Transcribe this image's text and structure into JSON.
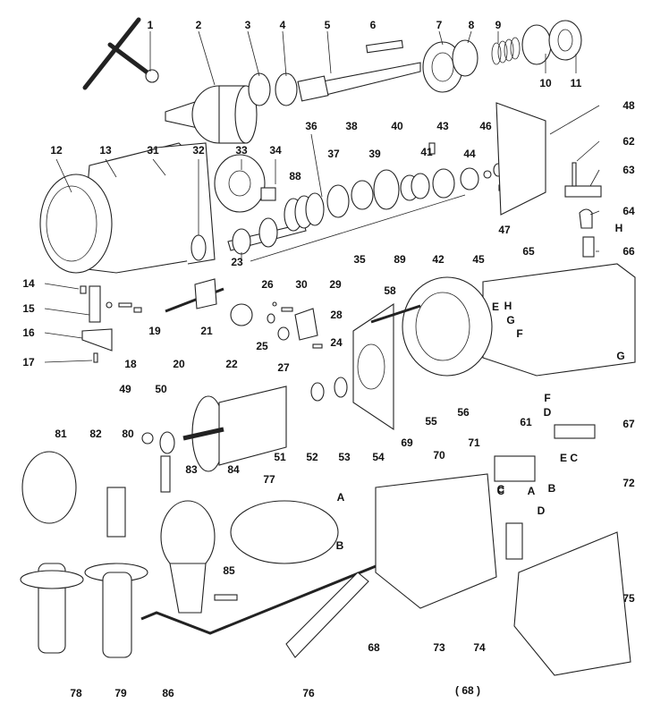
{
  "diagram": {
    "title": "Exploded parts diagram — hammer drill",
    "labels": [
      {
        "id": "1",
        "text": "1"
      },
      {
        "id": "2",
        "text": "2"
      },
      {
        "id": "3",
        "text": "3"
      },
      {
        "id": "4",
        "text": "4"
      },
      {
        "id": "5",
        "text": "5"
      },
      {
        "id": "6",
        "text": "6"
      },
      {
        "id": "7",
        "text": "7"
      },
      {
        "id": "8",
        "text": "8"
      },
      {
        "id": "9",
        "text": "9"
      },
      {
        "id": "10",
        "text": "10"
      },
      {
        "id": "11",
        "text": "11"
      },
      {
        "id": "12",
        "text": "12"
      },
      {
        "id": "13",
        "text": "13"
      },
      {
        "id": "14",
        "text": "14"
      },
      {
        "id": "15",
        "text": "15"
      },
      {
        "id": "16",
        "text": "16"
      },
      {
        "id": "17",
        "text": "17"
      },
      {
        "id": "18",
        "text": "18"
      },
      {
        "id": "19",
        "text": "19"
      },
      {
        "id": "20",
        "text": "20"
      },
      {
        "id": "21",
        "text": "21"
      },
      {
        "id": "22",
        "text": "22"
      },
      {
        "id": "23",
        "text": "23"
      },
      {
        "id": "24",
        "text": "24"
      },
      {
        "id": "25",
        "text": "25"
      },
      {
        "id": "26",
        "text": "26"
      },
      {
        "id": "27",
        "text": "27"
      },
      {
        "id": "28",
        "text": "28"
      },
      {
        "id": "29",
        "text": "29"
      },
      {
        "id": "30",
        "text": "30"
      },
      {
        "id": "31",
        "text": "31"
      },
      {
        "id": "32",
        "text": "32"
      },
      {
        "id": "33",
        "text": "33"
      },
      {
        "id": "34",
        "text": "34"
      },
      {
        "id": "35",
        "text": "35"
      },
      {
        "id": "36",
        "text": "36"
      },
      {
        "id": "37",
        "text": "37"
      },
      {
        "id": "38",
        "text": "38"
      },
      {
        "id": "39",
        "text": "39"
      },
      {
        "id": "40",
        "text": "40"
      },
      {
        "id": "41",
        "text": "41"
      },
      {
        "id": "42",
        "text": "42"
      },
      {
        "id": "43",
        "text": "43"
      },
      {
        "id": "44",
        "text": "44"
      },
      {
        "id": "45",
        "text": "45"
      },
      {
        "id": "46",
        "text": "46"
      },
      {
        "id": "47",
        "text": "47"
      },
      {
        "id": "48",
        "text": "48"
      },
      {
        "id": "49",
        "text": "49"
      },
      {
        "id": "50",
        "text": "50"
      },
      {
        "id": "51",
        "text": "51"
      },
      {
        "id": "52",
        "text": "52"
      },
      {
        "id": "53",
        "text": "53"
      },
      {
        "id": "54",
        "text": "54"
      },
      {
        "id": "55",
        "text": "55"
      },
      {
        "id": "56",
        "text": "56"
      },
      {
        "id": "58",
        "text": "58"
      },
      {
        "id": "61",
        "text": "61"
      },
      {
        "id": "62",
        "text": "62"
      },
      {
        "id": "63",
        "text": "63"
      },
      {
        "id": "64",
        "text": "64"
      },
      {
        "id": "65",
        "text": "65"
      },
      {
        "id": "66",
        "text": "66"
      },
      {
        "id": "67",
        "text": "67"
      },
      {
        "id": "68",
        "text": "68"
      },
      {
        "id": "68b",
        "text": "( 68 )"
      },
      {
        "id": "69",
        "text": "69"
      },
      {
        "id": "70",
        "text": "70"
      },
      {
        "id": "71",
        "text": "71"
      },
      {
        "id": "72",
        "text": "72"
      },
      {
        "id": "73",
        "text": "73"
      },
      {
        "id": "74",
        "text": "74"
      },
      {
        "id": "75",
        "text": "75"
      },
      {
        "id": "76",
        "text": "76"
      },
      {
        "id": "77",
        "text": "77"
      },
      {
        "id": "78",
        "text": "78"
      },
      {
        "id": "79",
        "text": "79"
      },
      {
        "id": "80",
        "text": "80"
      },
      {
        "id": "81",
        "text": "81"
      },
      {
        "id": "82",
        "text": "82"
      },
      {
        "id": "83",
        "text": "83"
      },
      {
        "id": "84",
        "text": "84"
      },
      {
        "id": "85",
        "text": "85"
      },
      {
        "id": "86",
        "text": "86"
      },
      {
        "id": "88",
        "text": "88"
      },
      {
        "id": "89",
        "text": "89"
      }
    ],
    "wire_letters": [
      {
        "id": "E1",
        "text": "E"
      },
      {
        "id": "H1",
        "text": "H"
      },
      {
        "id": "G1",
        "text": "G"
      },
      {
        "id": "F1",
        "text": "F"
      },
      {
        "id": "H2",
        "text": "H"
      },
      {
        "id": "G2",
        "text": "G"
      },
      {
        "id": "F3",
        "text": "F"
      },
      {
        "id": "D3",
        "text": "D"
      },
      {
        "id": "EC3",
        "text": "E C"
      },
      {
        "id": "A3",
        "text": "A"
      },
      {
        "id": "B3",
        "text": "B"
      },
      {
        "id": "C4",
        "text": "C"
      },
      {
        "id": "C5",
        "text": "C"
      },
      {
        "id": "D5",
        "text": "D"
      },
      {
        "id": "A6",
        "text": "A"
      },
      {
        "id": "B6",
        "text": "B"
      }
    ]
  }
}
